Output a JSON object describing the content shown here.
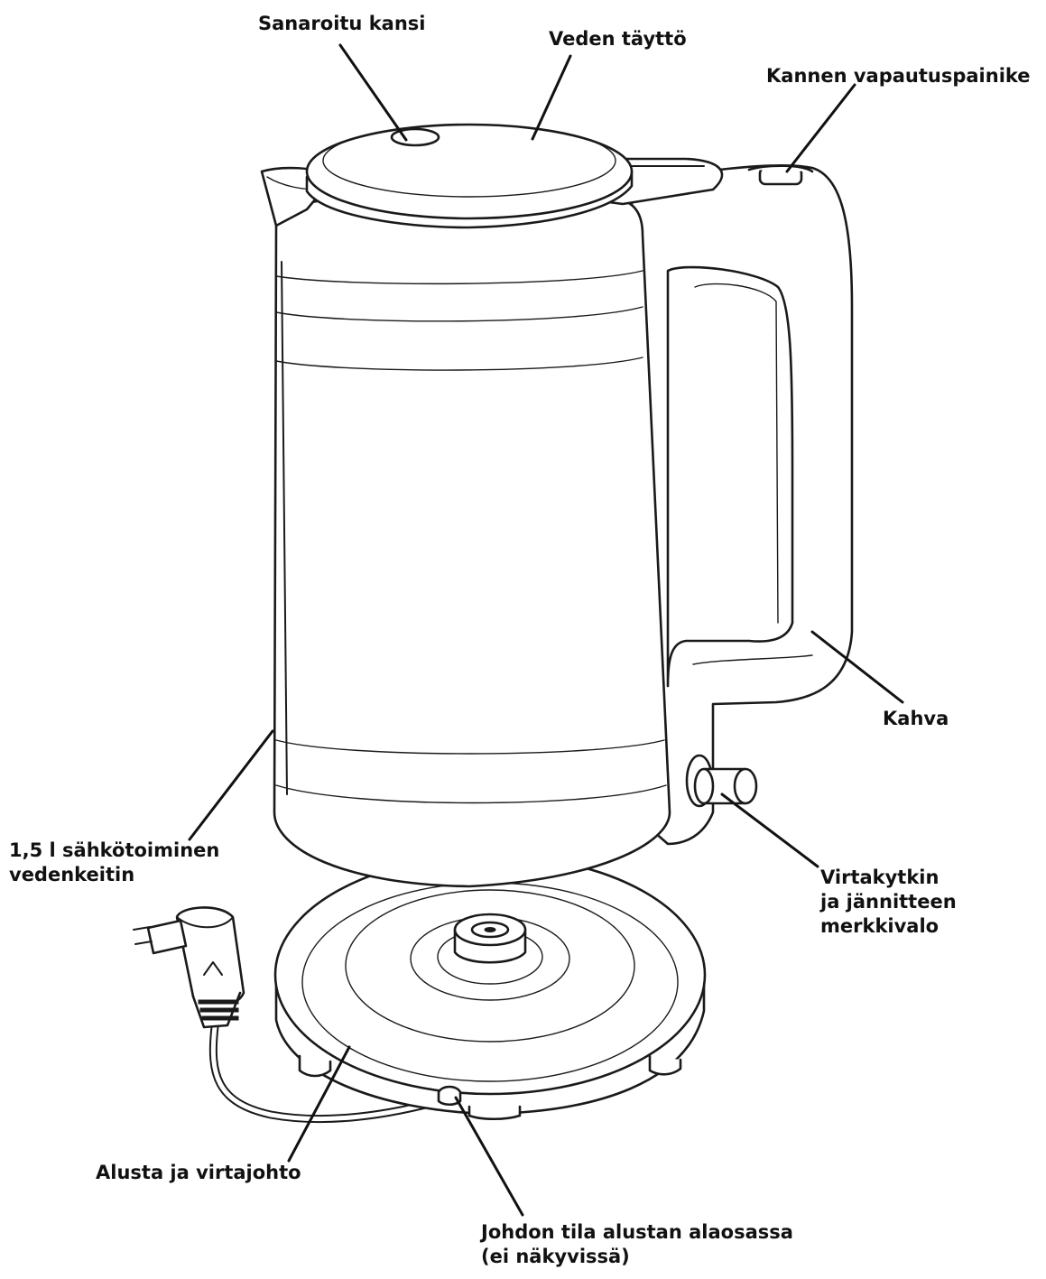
{
  "labels": {
    "lid": "Sanaroitu kansi",
    "fill": "Veden täyttö",
    "release": "Kannen vapautuspainike",
    "handle": "Kahva",
    "kettle": [
      "1,5 l sähkötoiminen",
      "vedenkeitin"
    ],
    "switch": [
      "Virtakytkin",
      "ja jännitteen",
      "merkkivalo"
    ],
    "base": "Alusta ja virtajohto",
    "cord": [
      "Johdon tila alustan alaosassa",
      "(ei näkyvissä)"
    ]
  }
}
